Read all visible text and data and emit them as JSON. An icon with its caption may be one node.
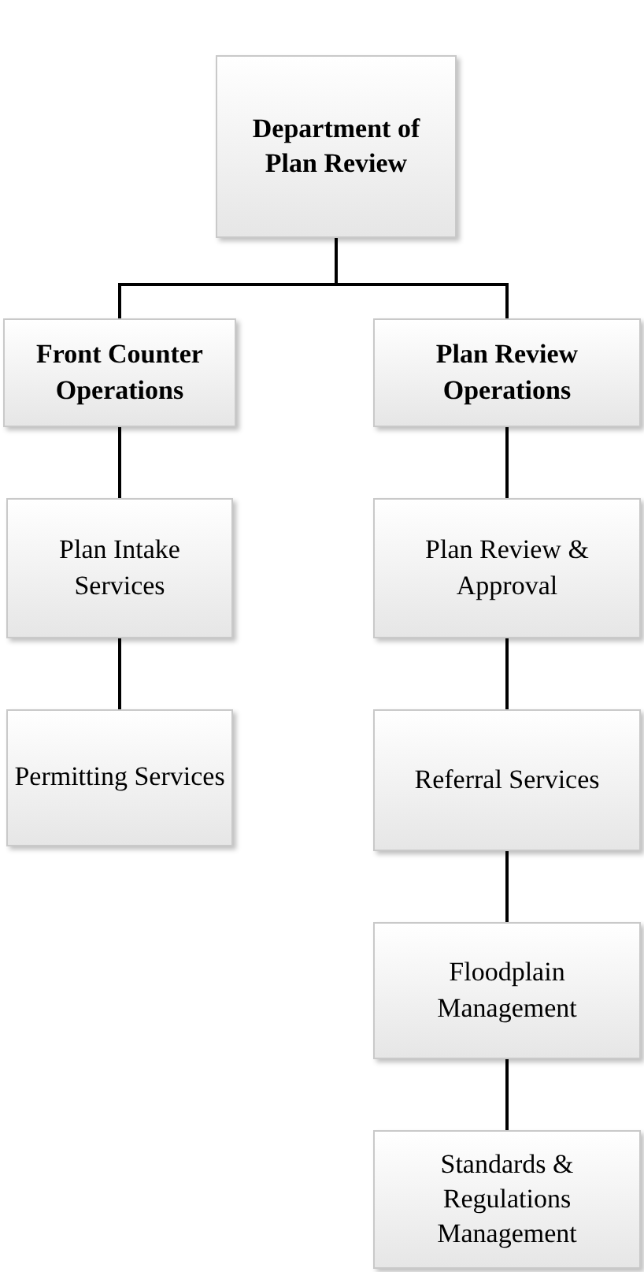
{
  "diagram": {
    "nodes": [
      {
        "text": [
          "Department of Plan Review"
        ]
      },
      {
        "text": [
          "Front Counter Operations"
        ]
      },
      {
        "text": [
          "Plan Review Operations"
        ]
      },
      {
        "text": [
          "Plan Intake Services"
        ]
      },
      {
        "text": [
          "Permitting Services"
        ]
      },
      {
        "text": [
          "Plan Review & Approval"
        ]
      },
      {
        "text": [
          "Referral Services"
        ]
      },
      {
        "text": [
          "Floodplain Management"
        ]
      },
      {
        "text": [
          "Standards & Regulations Management"
        ]
      }
    ],
    "edges": [
      {
        "from": 0,
        "to": 1,
        "arrow": "none"
      },
      {
        "from": 0,
        "to": 2,
        "arrow": "none"
      },
      {
        "from": 1,
        "to": 3,
        "arrow": "none"
      },
      {
        "from": 3,
        "to": 4,
        "arrow": "none"
      },
      {
        "from": 2,
        "to": 5,
        "arrow": "none"
      },
      {
        "from": 5,
        "to": 6,
        "arrow": "none"
      },
      {
        "from": 6,
        "to": 7,
        "arrow": "none"
      },
      {
        "from": 7,
        "to": 8,
        "arrow": "none"
      }
    ]
  }
}
